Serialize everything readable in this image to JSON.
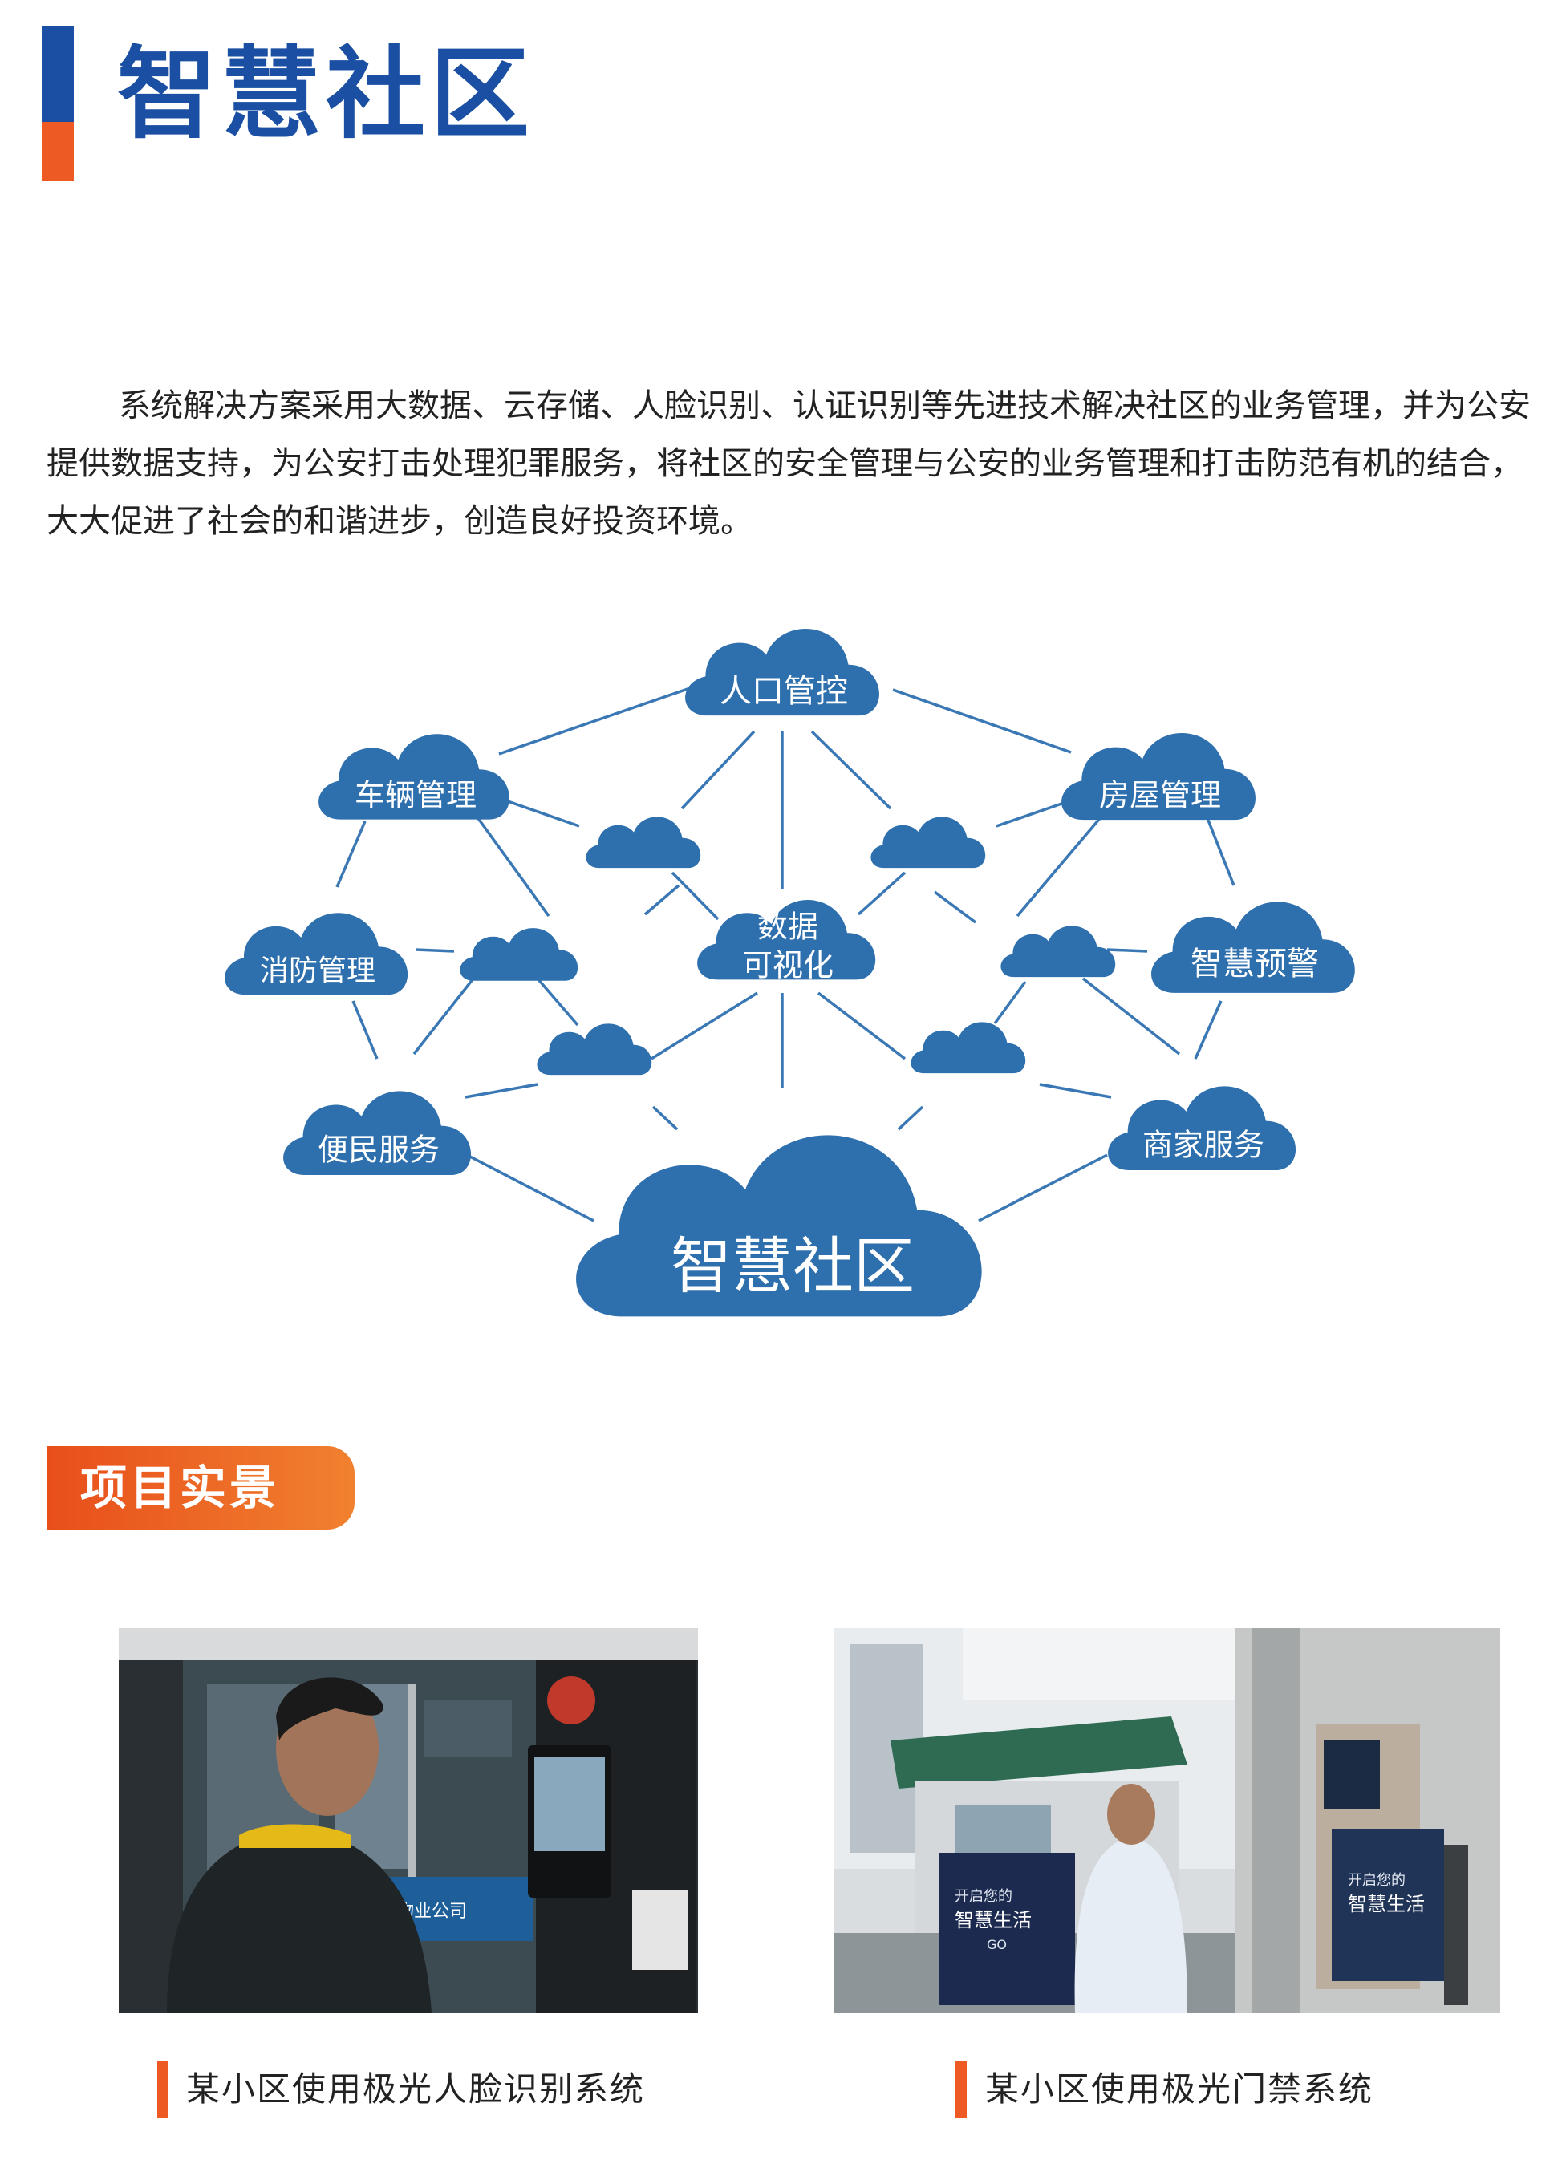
{
  "page": {
    "title": "智慧社区",
    "intro": "系统解决方案采用大数据、云存储、人脸识别、认证识别等先进技术解决社区的业务管理，并为公安提供数据支持，为公安打击处理犯罪服务，将社区的安全管理与公安的业务管理和打击防范有机的结合，大大促进了社会的和谐进步，创造良好投资环境。"
  },
  "diagram": {
    "center": "智慧社区",
    "hub": [
      "数据",
      "可视化"
    ],
    "nodes": [
      "人口管控",
      "车辆管理",
      "房屋管理",
      "消防管理",
      "智慧预警",
      "便民服务",
      "商家服务"
    ]
  },
  "section": {
    "title": "项目实景"
  },
  "photos": [
    {
      "caption": "某小区使用极光人脸识别系统",
      "sign_text": "物业公司"
    },
    {
      "caption": "某小区使用极光门禁系统",
      "sign_line1": "开启您的",
      "sign_line2": "智慧生活",
      "sign_go": "GO"
    }
  ],
  "colors": {
    "primary_blue": "#1a4fa3",
    "cloud_blue": "#2e6fad",
    "accent_orange": "#ee5a24",
    "line_blue": "#3a78b5"
  }
}
